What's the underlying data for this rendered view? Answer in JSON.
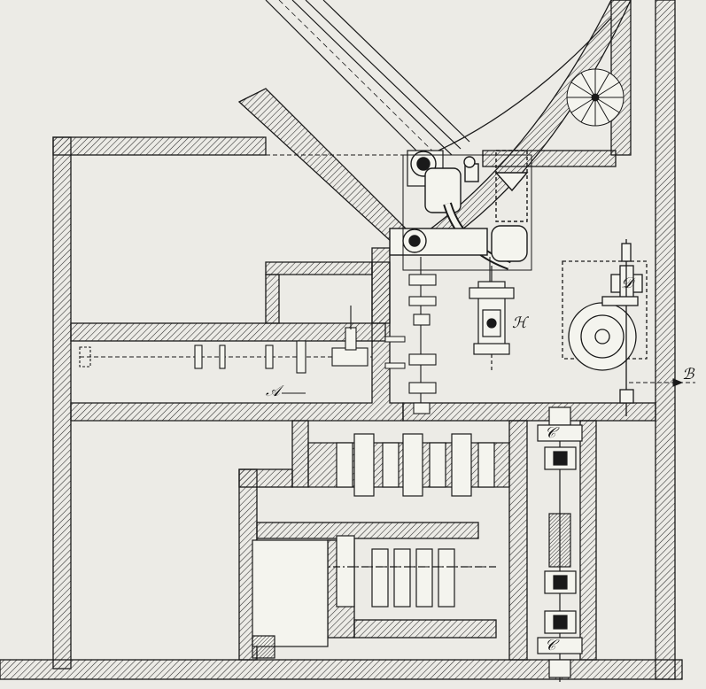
{
  "labels": {
    "A": "𝒜",
    "B": "ℬ",
    "C_top": "𝒞",
    "C_bottom": "𝒞",
    "H": "ℋ",
    "D": "𝒟"
  },
  "colors": {
    "ink": "#1a1a1a",
    "paper": "#ecebe6",
    "hatch": "#2a2a2a"
  },
  "background_text": {
    "top": "",
    "right": ""
  }
}
